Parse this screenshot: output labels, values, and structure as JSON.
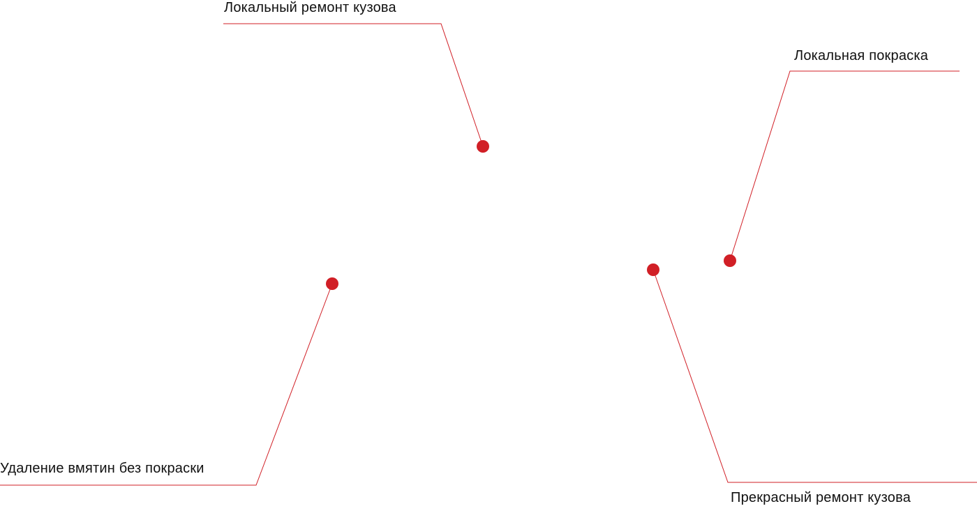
{
  "accent_color": "#d11f26",
  "callouts": [
    {
      "id": "body-repair",
      "label": "Локальный ремонт кузова"
    },
    {
      "id": "local-paint",
      "label": "Локальная покраска"
    },
    {
      "id": "dent-removal",
      "label": "Удаление вмятин без покраски"
    },
    {
      "id": "great-repair",
      "label": "Прекрасный ремонт кузова"
    }
  ]
}
